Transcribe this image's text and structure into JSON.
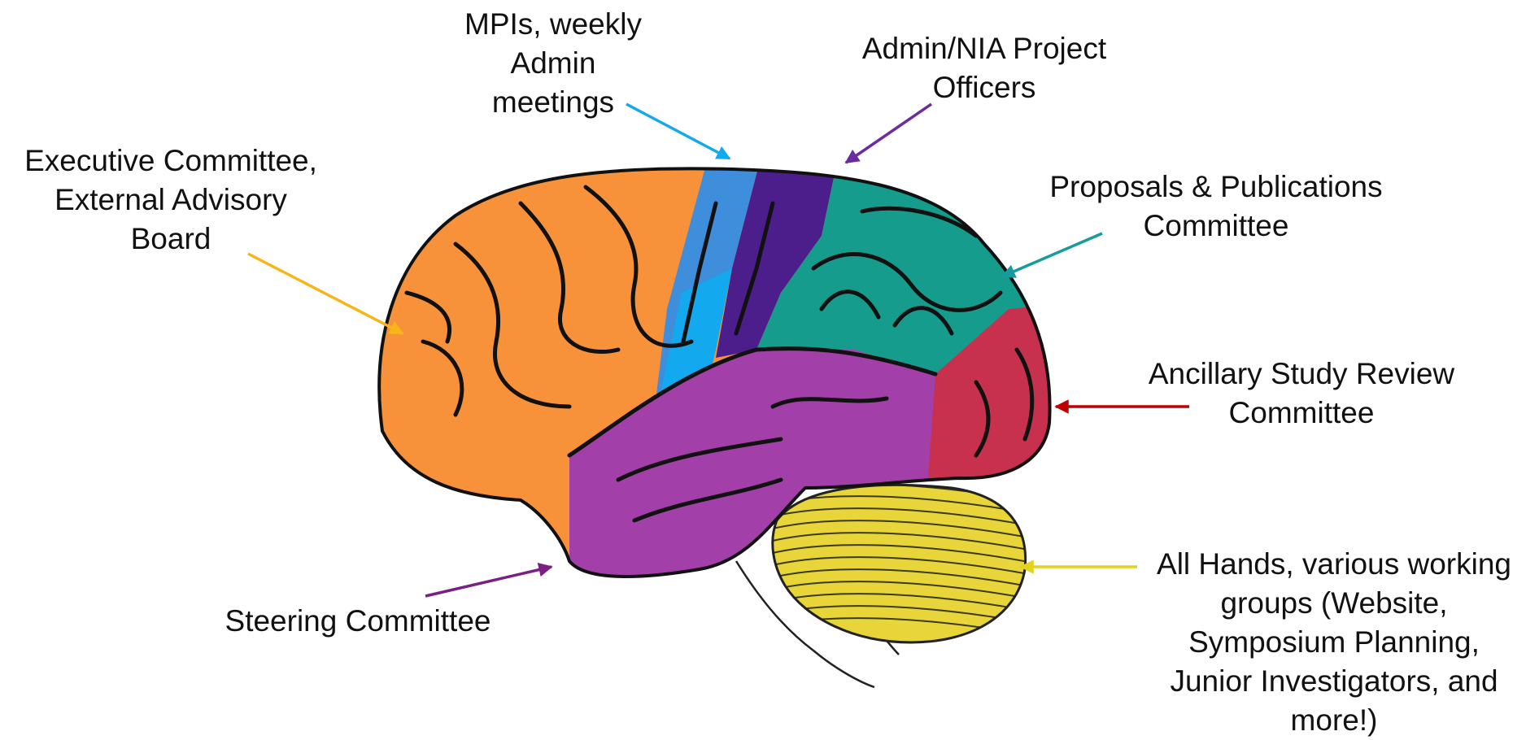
{
  "labels": {
    "mpis": [
      "MPIs, weekly",
      "Admin",
      "meetings"
    ],
    "admin_nia": [
      "Admin/NIA Project",
      "Officers"
    ],
    "executive": [
      "Executive Committee,",
      "External Advisory",
      "Board"
    ],
    "proposals": [
      "Proposals & Publications",
      "Committee"
    ],
    "ancillary": [
      "Ancillary Study Review",
      "Committee"
    ],
    "steering": [
      "Steering Committee"
    ],
    "all_hands": [
      "All Hands, various working",
      "groups (Website,",
      "Symposium Planning,",
      "Junior Investigators, and",
      "more!)"
    ]
  },
  "colors": {
    "frontal": "#F7923A",
    "premotor_light": "#3E8EDC",
    "premotor_cyan": "#12A9EE",
    "motor": "#4B1E8C",
    "parietal": "#169C8C",
    "occipital": "#C8314E",
    "temporal": "#A23FA8",
    "cerebellum": "#E8D53A",
    "arrow_mpis": "#12A9EE",
    "arrow_admin": "#6A2CA0",
    "arrow_executive": "#F8B51A",
    "arrow_proposals": "#169C9C",
    "arrow_ancillary": "#C00000",
    "arrow_steering": "#7A1F85",
    "arrow_all_hands": "#E2D31C"
  }
}
